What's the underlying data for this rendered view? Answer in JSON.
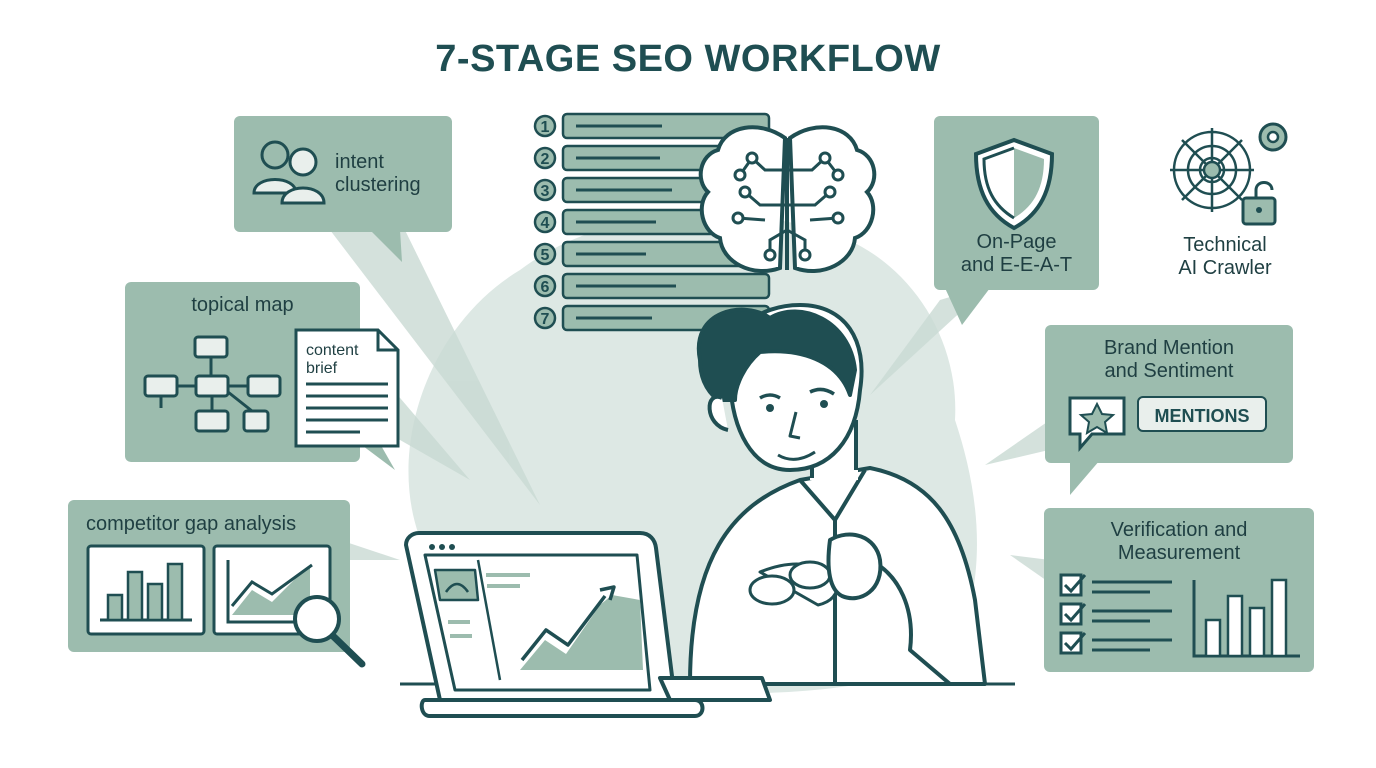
{
  "title": "7-STAGE SEO WORKFLOW",
  "stages": {
    "intent": "intent\nclustering",
    "topical": "topical map",
    "brief": "content\nbrief",
    "competitor": "competitor gap analysis",
    "onpage": "On-Page\nand E-E-A-T",
    "technical": "Technical\nAI Crawler",
    "brand": "Brand Mention\nand Sentiment",
    "mentions": "MENTIONS",
    "verification": "Verification and\nMeasurement"
  },
  "checklist_numbers": [
    "1",
    "2",
    "3",
    "4",
    "5",
    "6",
    "7"
  ],
  "colors": {
    "panel": "#9cbcae",
    "ink": "#1f4e52",
    "blob": "#dde8e4"
  },
  "icons": [
    "users-icon",
    "flowchart-icon",
    "document-icon",
    "bar-chart-icon",
    "trend-chart-icon",
    "magnifier-icon",
    "brain-icon",
    "shield-icon",
    "spider-web-icon",
    "gear-icon",
    "padlock-icon",
    "star-chat-icon",
    "checklist-icon",
    "laptop-icon",
    "person-illustration"
  ]
}
